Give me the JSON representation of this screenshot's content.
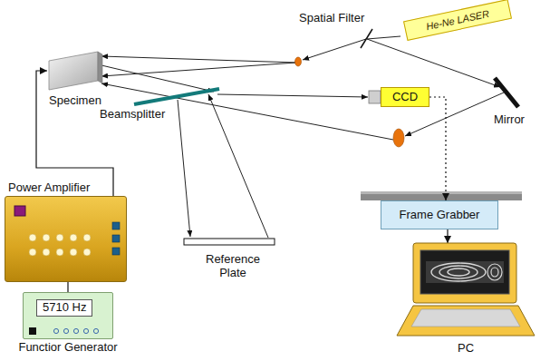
{
  "diagram": {
    "nodes": [
      {
        "text": [
          "He-Ne LASER"
        ]
      },
      {
        "text": [
          "Specimen"
        ]
      },
      {
        "text": [
          "CCD"
        ]
      },
      {
        "text": [
          "Power Amplifier"
        ]
      },
      {
        "text": [
          "5710 Hz",
          "Functior Generator"
        ]
      },
      {
        "text": [
          "Frame Grabber"
        ]
      },
      {
        "text": [
          "PC"
        ]
      }
    ],
    "edges": [
      {
        "from": 4,
        "to": 3,
        "arrow": "none"
      },
      {
        "from": 3,
        "to": 1,
        "arrow": "to"
      },
      {
        "from": 2,
        "to": 5,
        "arrow": "to"
      },
      {
        "from": 5,
        "to": 6,
        "arrow": "to"
      }
    ],
    "labels": [
      "Spatial Filter",
      "Beamsplitter",
      "Mirror",
      "Reference Plate"
    ]
  }
}
